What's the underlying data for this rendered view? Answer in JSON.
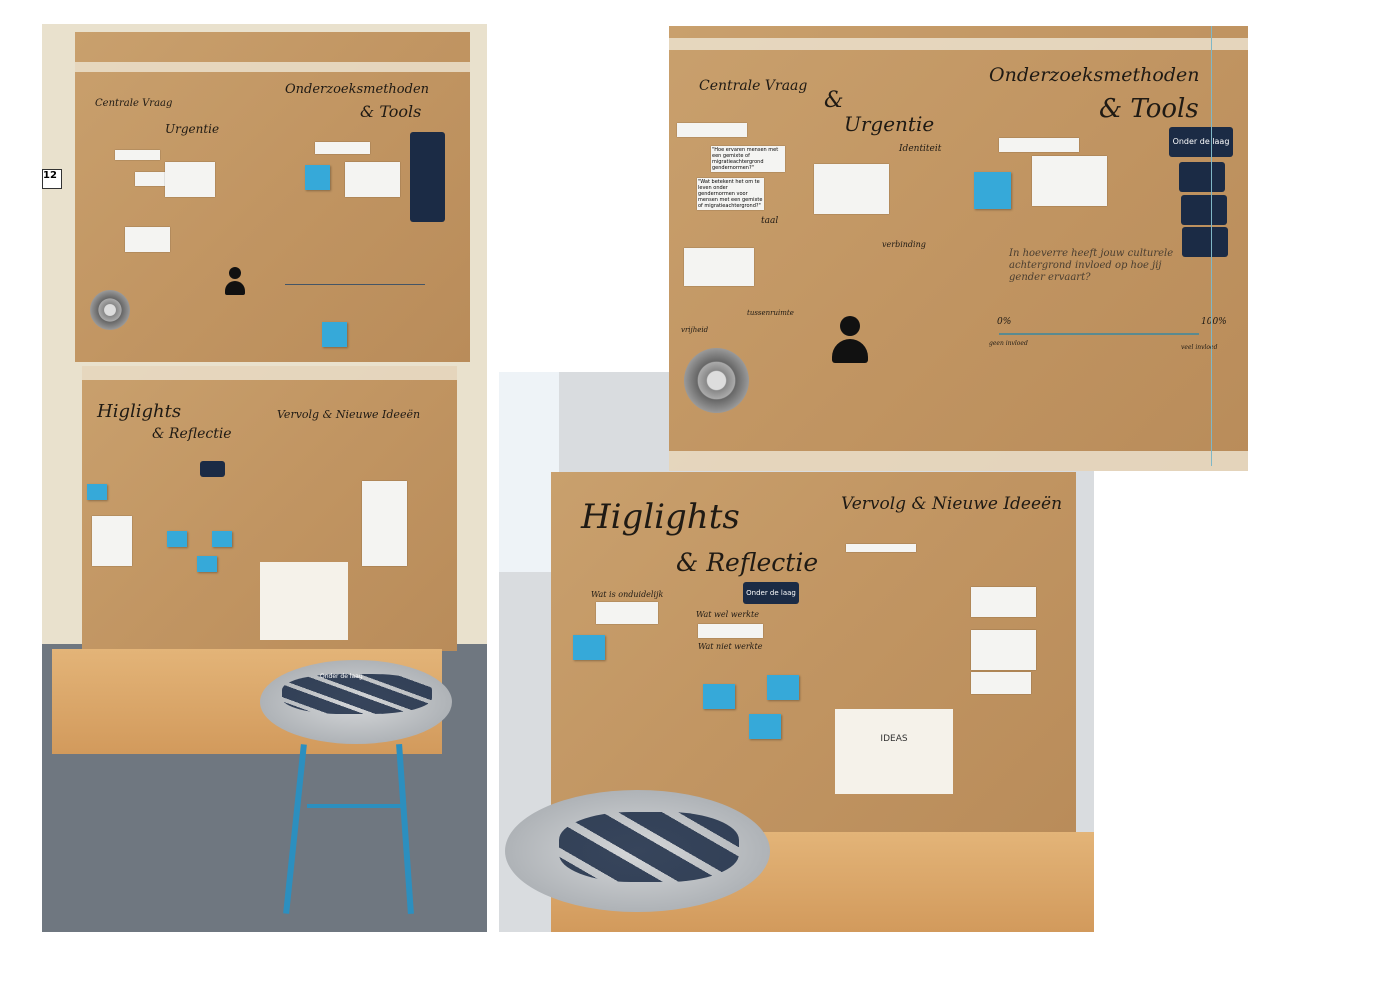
{
  "board_top": {
    "heading_left": "Centrale Vraag",
    "heading_left_amp": "&",
    "heading_left_2": "Urgentie",
    "heading_right": "Onderzoeksmethoden",
    "heading_right_2": "& Tools",
    "label_identiteit": "Identiteit",
    "label_taal": "taal",
    "label_verbinding": "verbinding",
    "label_tussenruimte": "tussenruimte",
    "label_vrijheid": "vrijheid",
    "quote_1": "\"Hoe ervaren mensen met een gemixte of migratieachtergrond gendernormen?\"",
    "quote_2": "\"Wat betekent het om te leven onder gendernormen voor mensen met een gemixte of migratieachtergrond?\"",
    "question": "In hoeverre heeft jouw culturele achtergrond invloed op hoe jij gender ervaart?",
    "scale_min": "0%",
    "scale_max": "100%",
    "scale_min_label": "geen invloed",
    "scale_max_label": "veel invloed",
    "card_title": "Onder de laag"
  },
  "board_bottom": {
    "heading_left": "Higlights",
    "heading_left_2": "& Reflectie",
    "heading_right": "Vervolg & Nieuwe Ideeën",
    "label_1": "Wat is onduidelijk",
    "label_2": "Wat wel werkte",
    "label_3": "Wat niet werkte",
    "card_title": "Onder de laag",
    "mindmap_center": "IDEAS"
  },
  "tray_card_text": "Onder de laag",
  "wall_sign": "12"
}
